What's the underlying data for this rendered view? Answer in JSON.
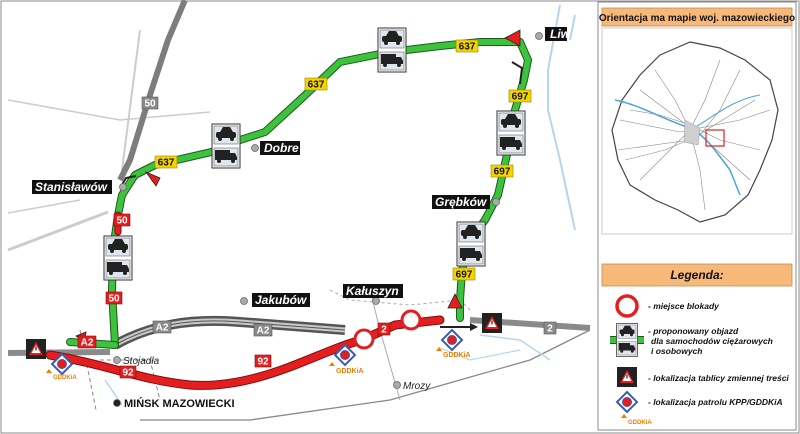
{
  "inset": {
    "title": "Orientacja ma mapie woj. mazowieckiego"
  },
  "legend": {
    "title": "Legenda:",
    "items": [
      {
        "icon": "red-ring-icon",
        "text": "- miejsce blokady"
      },
      {
        "icon": "car-truck-detour-icon",
        "text": "- proponowany objazd",
        "line2": "dla samochodów ciężarowych",
        "line3": "i osobowych"
      },
      {
        "icon": "warning-sign-icon",
        "text": "- lokalizacja tablicy zmiennej treści"
      },
      {
        "icon": "police-patrol-icon",
        "text": "- lokalizacja patrolu KPP/GDDKiA"
      }
    ]
  },
  "towns": {
    "liw": "Liw",
    "dobre": "Dobre",
    "stanislawow": "Stanisławów",
    "grebkow": "Grębków",
    "jakubow": "Jakubów",
    "kaluszyn": "Kałuszyn",
    "stojadla": "Stojadła",
    "mrozy": "Mrozy",
    "minsk": "MIŃSK MAZOWIECKI"
  },
  "roads": {
    "r637": "637",
    "r697": "697",
    "r50": "50",
    "rA2": "A2",
    "r92": "92",
    "r2": "2"
  },
  "gddkia_label": "GDDKiA",
  "colors": {
    "detour_green": "#3cc23c",
    "blockade_red": "#e41e1e",
    "legend_header": "#f7b97a",
    "inset_header": "#f7b97a",
    "shield_yellow": "#f4d400",
    "shield_red": "#e41e1e",
    "shield_grey": "#8a8a8a"
  }
}
